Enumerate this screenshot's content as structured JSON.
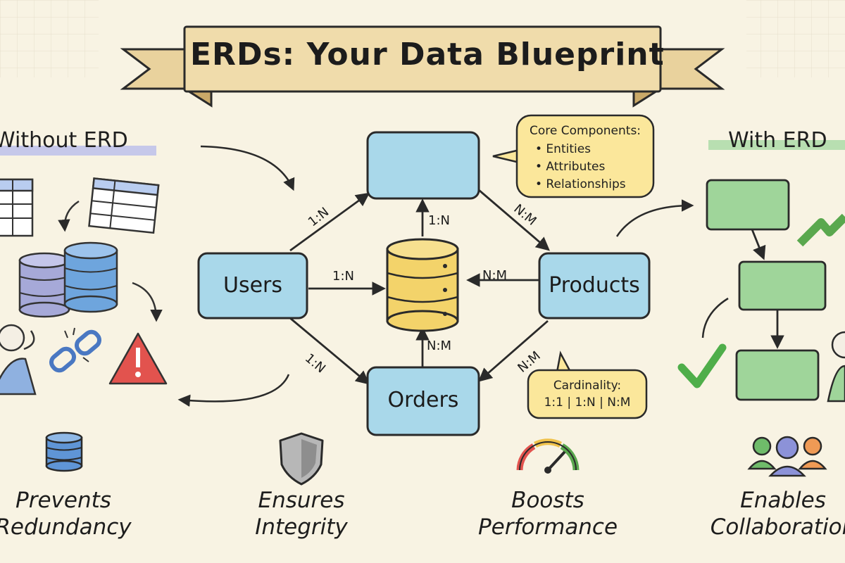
{
  "title": "ERDs: Your Data Blueprint",
  "without_label": "Without ERD",
  "with_label": "With ERD",
  "entities": {
    "users": "Users",
    "products": "Products",
    "orders": "Orders"
  },
  "relationships": {
    "users_top": "1:N",
    "users_center": "1:N",
    "users_orders": "1:N",
    "center_top": "1:N",
    "top_products": "N:M",
    "products_center": "N:M",
    "products_orders": "N:M",
    "orders_center": "N:M"
  },
  "core_components": {
    "heading": "Core Components:",
    "items": [
      "• Entities",
      "• Attributes",
      "• Relationships"
    ]
  },
  "cardinality": {
    "heading": "Cardinality:",
    "values": "1:1 | 1:N | N:M"
  },
  "benefits": [
    {
      "line1": "Prevents",
      "line2": "Redundancy",
      "icon": "database-icon"
    },
    {
      "line1": "Ensures",
      "line2": "Integrity",
      "icon": "shield-icon"
    },
    {
      "line1": "Boosts",
      "line2": "Performance",
      "icon": "gauge-icon"
    },
    {
      "line1": "Enables",
      "line2": "Collaboration",
      "icon": "team-icon"
    }
  ],
  "colors": {
    "background": "#f8f3e3",
    "entity_fill": "#a9d8ea",
    "database_fill": "#f3d36a",
    "green_box": "#9fd59a",
    "banner": "#f0dcab",
    "callout": "#fbe79b",
    "warning": "#e2534e"
  }
}
